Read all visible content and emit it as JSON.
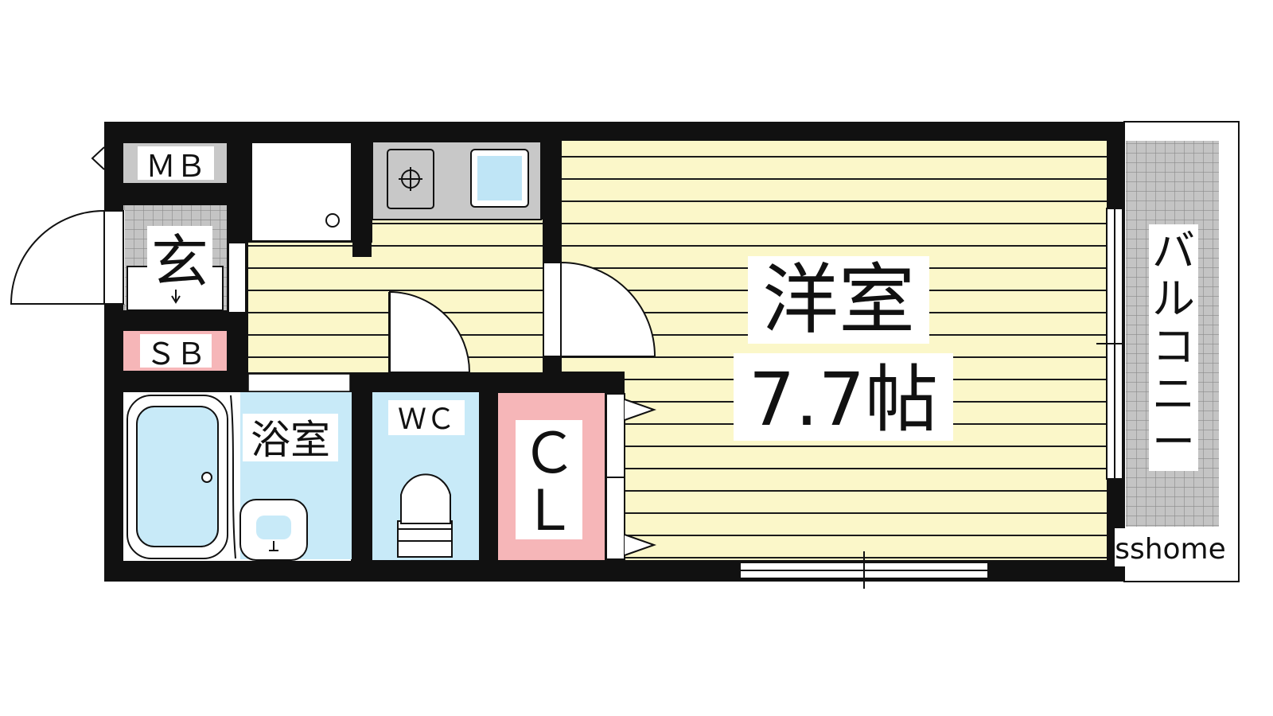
{
  "plan": {
    "rooms": {
      "mb": "ＭＢ",
      "genkan": "玄",
      "sb": "ＳＢ",
      "bath": "浴室",
      "wc": "ＷＣ",
      "closet_top": "Ｃ",
      "closet_bottom": "Ｌ",
      "western_room": "洋室",
      "western_room_size": "7.7帖",
      "balcony": [
        "バ",
        "ル",
        "コ",
        "ニ",
        "ー"
      ]
    },
    "watermark": "sshome"
  },
  "colors": {
    "wall": "#111111",
    "floor_yellow": "#fbf7c9",
    "floor_blue": "#c8eaf8",
    "closet_pink": "#f6b6b8",
    "kitchen_gray": "#c8c8c8",
    "balcony_gray": "#c4c4c4"
  }
}
